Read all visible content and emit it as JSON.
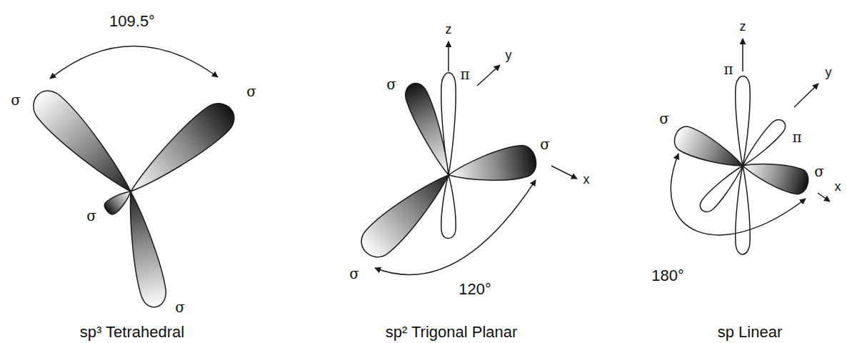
{
  "diagram": {
    "labels": [
      "109.5°",
      "σ",
      "σ",
      "σ",
      "σ",
      "sp³ Tetrahedral",
      "z",
      "σ",
      "π",
      "y",
      "σ",
      "x",
      "σ",
      "120°",
      "sp² Trigonal Planar",
      "z",
      "π",
      "y",
      "π",
      "σ",
      "σ",
      "x",
      "180°",
      "sp Linear"
    ]
  }
}
